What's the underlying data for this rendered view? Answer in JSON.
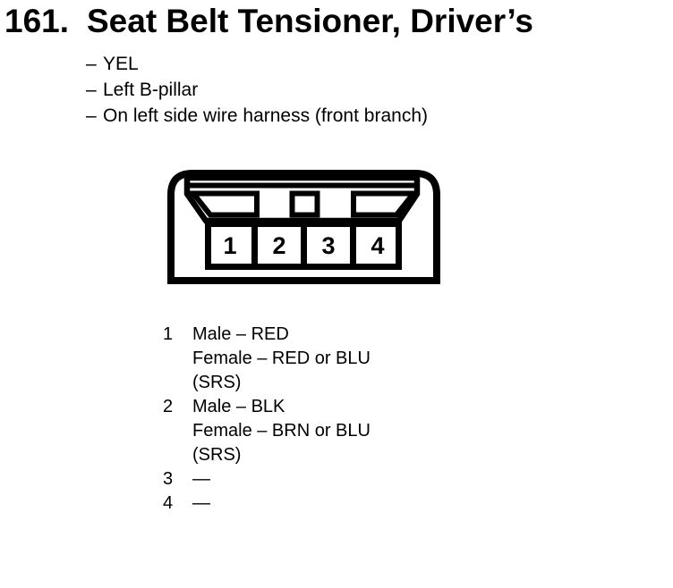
{
  "page": {
    "background": "#ffffff",
    "text_color": "#000000"
  },
  "header": {
    "number": "161.",
    "title": "Seat Belt Tensioner, Driver’s"
  },
  "notes": [
    {
      "dash": "–",
      "text": "YEL"
    },
    {
      "dash": "–",
      "text": "Left B-pillar"
    },
    {
      "dash": "–",
      "text": "On left side wire harness (front branch)"
    }
  ],
  "connector": {
    "description": "4-pin connector face view, male, black outline drawing",
    "pins": [
      "1",
      "2",
      "3",
      "4"
    ]
  },
  "pinout": [
    {
      "pin": "1",
      "lines": [
        "Male – RED",
        "Female – RED or BLU",
        "(SRS)"
      ]
    },
    {
      "pin": "2",
      "lines": [
        "Male – BLK",
        "Female – BRN or BLU",
        "(SRS)"
      ]
    },
    {
      "pin": "3",
      "lines": [
        "—"
      ]
    },
    {
      "pin": "4",
      "lines": [
        "—"
      ]
    }
  ]
}
